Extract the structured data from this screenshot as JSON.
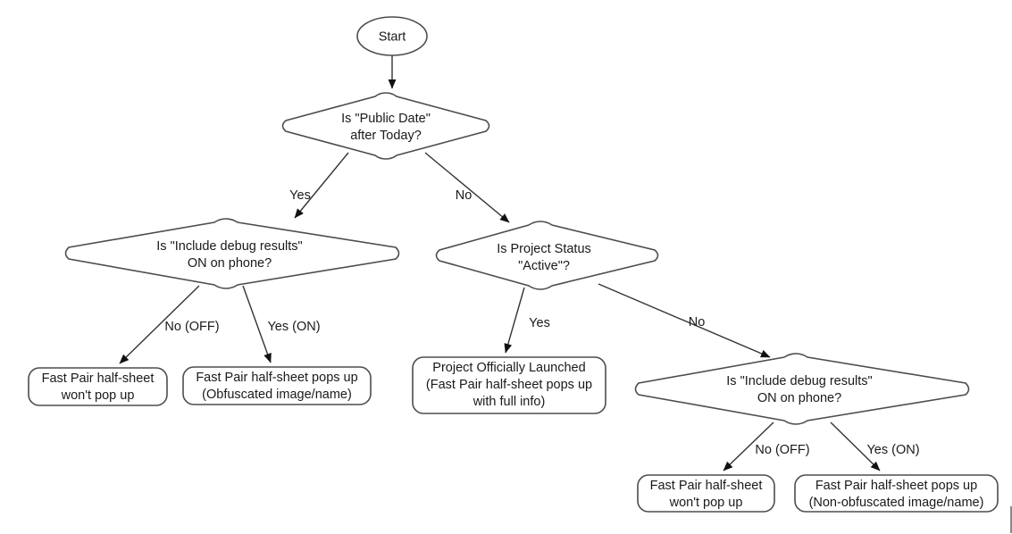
{
  "diagram": {
    "type": "flowchart",
    "title": "Fast Pair half-sheet decision flow",
    "background_color": "#ffffff",
    "stroke_color": "#333333",
    "text_color": "#1a1a1a"
  },
  "nodes": {
    "start": {
      "id": "start",
      "shape": "ellipse",
      "label": "Start"
    },
    "decision_public_date": {
      "id": "decision_public_date",
      "shape": "diamond",
      "line1": "Is \"Public Date\"",
      "line2": "after Today?"
    },
    "decision_debug_left": {
      "id": "decision_debug_left",
      "shape": "diamond",
      "line1": "Is \"Include debug results\"",
      "line2": "ON on phone?"
    },
    "decision_project_status": {
      "id": "decision_project_status",
      "shape": "diamond",
      "line1": "Is Project Status",
      "line2": "\"Active\"?"
    },
    "decision_debug_right": {
      "id": "decision_debug_right",
      "shape": "diamond",
      "line1": "Is \"Include debug results\"",
      "line2": "ON on phone?"
    },
    "result_left_off": {
      "id": "result_left_off",
      "shape": "rounded-rect",
      "line1": "Fast Pair half-sheet",
      "line2": "won't pop up"
    },
    "result_left_on": {
      "id": "result_left_on",
      "shape": "rounded-rect",
      "line1": "Fast Pair half-sheet pops up",
      "line2": "(Obfuscated image/name)"
    },
    "result_launched": {
      "id": "result_launched",
      "shape": "rounded-rect",
      "line1": "Project Officially Launched",
      "line2": "(Fast Pair half-sheet pops up",
      "line3": "with full info)"
    },
    "result_right_off": {
      "id": "result_right_off",
      "shape": "rounded-rect",
      "line1": "Fast Pair half-sheet",
      "line2": "won't pop up"
    },
    "result_right_on": {
      "id": "result_right_on",
      "shape": "rounded-rect",
      "line1": "Fast Pair half-sheet pops up",
      "line2": "(Non-obfuscated image/name)"
    }
  },
  "edges": [
    {
      "id": "e1",
      "from": "start",
      "to": "decision_public_date",
      "label": ""
    },
    {
      "id": "e2",
      "from": "decision_public_date",
      "to": "decision_debug_left",
      "label": "Yes"
    },
    {
      "id": "e3",
      "from": "decision_public_date",
      "to": "decision_project_status",
      "label": "No"
    },
    {
      "id": "e4",
      "from": "decision_debug_left",
      "to": "result_left_off",
      "label": "No (OFF)"
    },
    {
      "id": "e5",
      "from": "decision_debug_left",
      "to": "result_left_on",
      "label": "Yes (ON)"
    },
    {
      "id": "e6",
      "from": "decision_project_status",
      "to": "result_launched",
      "label": "Yes"
    },
    {
      "id": "e7",
      "from": "decision_project_status",
      "to": "decision_debug_right",
      "label": "No"
    },
    {
      "id": "e8",
      "from": "decision_debug_right",
      "to": "result_right_off",
      "label": "No (OFF)"
    },
    {
      "id": "e9",
      "from": "decision_debug_right",
      "to": "result_right_on",
      "label": "Yes (ON)"
    }
  ],
  "edge_labels": {
    "yes": "Yes",
    "no": "No",
    "no_off": "No (OFF)",
    "yes_on": "Yes (ON)"
  }
}
